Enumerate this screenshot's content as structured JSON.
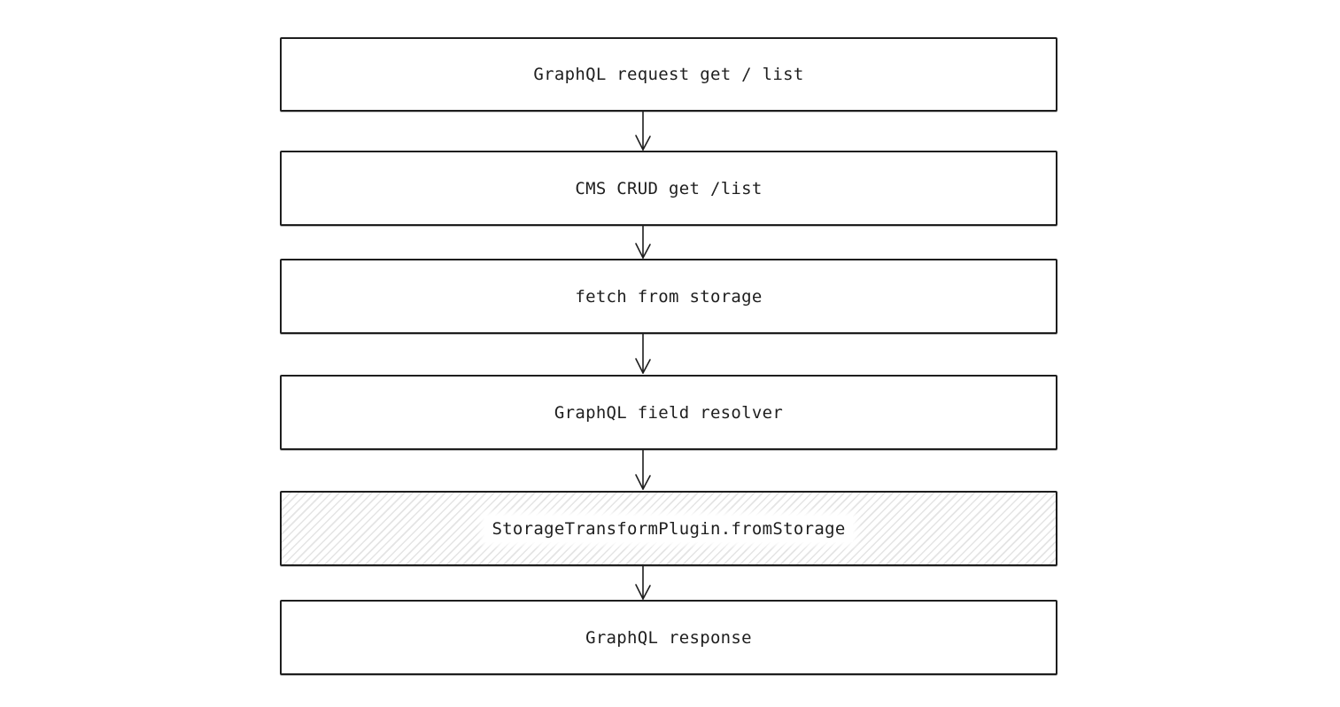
{
  "diagram": {
    "type": "flowchart",
    "direction": "top-down",
    "colors": {
      "stroke": "#1e1e1e",
      "text": "#1e1e1e",
      "hatch_fill": "#e4e4e4",
      "background": "#ffffff"
    },
    "nodes": [
      {
        "id": "graphql-request",
        "label": "GraphQL request get / list",
        "fill": "white"
      },
      {
        "id": "cms-crud",
        "label": "CMS CRUD get /list",
        "fill": "white"
      },
      {
        "id": "fetch-storage",
        "label": "fetch from storage",
        "fill": "white"
      },
      {
        "id": "field-resolver",
        "label": "GraphQL field resolver",
        "fill": "white"
      },
      {
        "id": "storage-transform",
        "label": "StorageTransformPlugin.fromStorage",
        "fill": "hachure"
      },
      {
        "id": "graphql-response",
        "label": "GraphQL response",
        "fill": "white"
      }
    ],
    "edges": [
      {
        "from": "graphql-request",
        "to": "cms-crud",
        "style": "arrow-down"
      },
      {
        "from": "cms-crud",
        "to": "fetch-storage",
        "style": "arrow-down"
      },
      {
        "from": "fetch-storage",
        "to": "field-resolver",
        "style": "arrow-down"
      },
      {
        "from": "field-resolver",
        "to": "storage-transform",
        "style": "arrow-down"
      },
      {
        "from": "storage-transform",
        "to": "graphql-response",
        "style": "arrow-down"
      }
    ]
  }
}
